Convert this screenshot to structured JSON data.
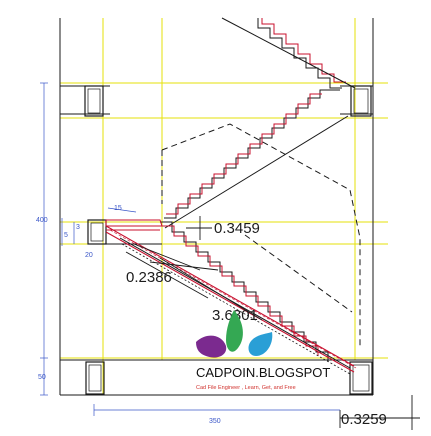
{
  "drawing": {
    "dimensions": {
      "riser_height": "0.3459",
      "tread_width": "0.2386",
      "flight_length": "3.6301",
      "base_offset": "0.3259"
    },
    "side_labels": {
      "wall_height": "400",
      "base_height": "50",
      "span_width": "350"
    },
    "small_labels": {
      "landing_top": "15",
      "left_a": "3",
      "left_b": "5",
      "left_c": "20"
    }
  },
  "watermark": {
    "title": "CADPOIN.BLOGSPOT",
    "subtitle": "Cad File Engineer , Learn, Get, and Free",
    "colors": {
      "purple": "#7b2a8f",
      "green": "#34a853",
      "blue": "#2a9fd6"
    }
  },
  "colors": {
    "structure": "#1a1a1a",
    "stair": "#c8102e",
    "guide": "#e6e20a",
    "dimension": "#3a56c8"
  }
}
